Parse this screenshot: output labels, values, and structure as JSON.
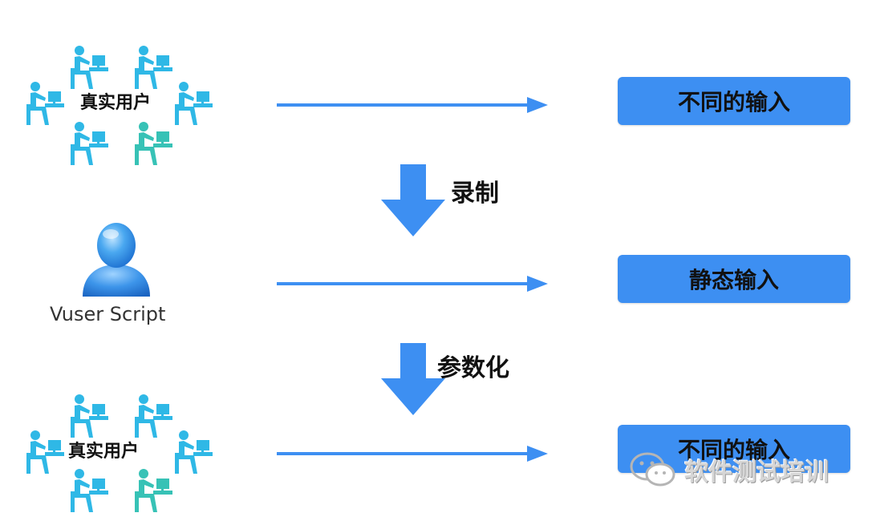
{
  "colors": {
    "users": "#2fb8e6",
    "users_alt": "#37c2b6",
    "arrow": "#3d8ff2",
    "box": "#3d8ff2",
    "person": "#2f8fe6"
  },
  "clusters": [
    {
      "label": "真实用户"
    },
    {
      "label": "真实用户"
    }
  ],
  "vuser": {
    "label": "Vuser Script",
    "icon": "person-icon"
  },
  "boxes": [
    {
      "label": "不同的输入"
    },
    {
      "label": "静态输入"
    },
    {
      "label": "不同的输入"
    }
  ],
  "steps": [
    {
      "label": "录制"
    },
    {
      "label": "参数化"
    }
  ],
  "watermark": {
    "text": "软件测试培训",
    "icon": "wechat-icon"
  }
}
